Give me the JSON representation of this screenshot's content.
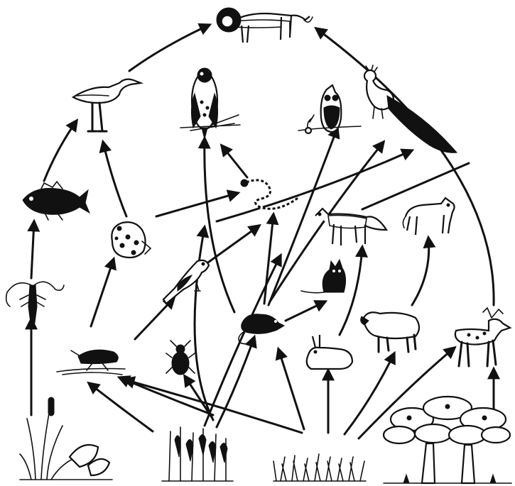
{
  "diagram": {
    "type": "food-web",
    "organisms": [
      "lion",
      "heron",
      "eagle",
      "owl",
      "peacock",
      "fish",
      "snake",
      "frog",
      "fox",
      "wolf",
      "crustacean",
      "bird",
      "cat",
      "rat",
      "rabbit",
      "sheep",
      "deer",
      "grasshopper",
      "beetle",
      "water-plants",
      "corn",
      "grass",
      "trees"
    ],
    "links": [
      [
        "water-plants",
        "crustacean"
      ],
      [
        "crustacean",
        "fish"
      ],
      [
        "fish",
        "heron"
      ],
      [
        "heron",
        "lion"
      ],
      [
        "grasshopper",
        "frog"
      ],
      [
        "frog",
        "heron"
      ],
      [
        "frog",
        "snake"
      ],
      [
        "grasshopper",
        "bird"
      ],
      [
        "bird",
        "snake"
      ],
      [
        "snake",
        "eagle"
      ],
      [
        "rat",
        "snake"
      ],
      [
        "rat",
        "eagle"
      ],
      [
        "rat",
        "owl"
      ],
      [
        "rat",
        "cat"
      ],
      [
        "rat",
        "peacock"
      ],
      [
        "rabbit",
        "fox"
      ],
      [
        "sheep",
        "wolf"
      ],
      [
        "deer",
        "lion"
      ],
      [
        "wolf",
        "lion"
      ],
      [
        "corn",
        "rat"
      ],
      [
        "corn",
        "beetle"
      ],
      [
        "corn",
        "grasshopper"
      ],
      [
        "grass",
        "rabbit"
      ],
      [
        "grass",
        "rat"
      ],
      [
        "grass",
        "sheep"
      ],
      [
        "grass",
        "deer"
      ],
      [
        "grass",
        "grasshopper"
      ],
      [
        "trees",
        "deer"
      ],
      [
        "corn",
        "eagle"
      ],
      [
        "corn",
        "owl"
      ]
    ]
  }
}
